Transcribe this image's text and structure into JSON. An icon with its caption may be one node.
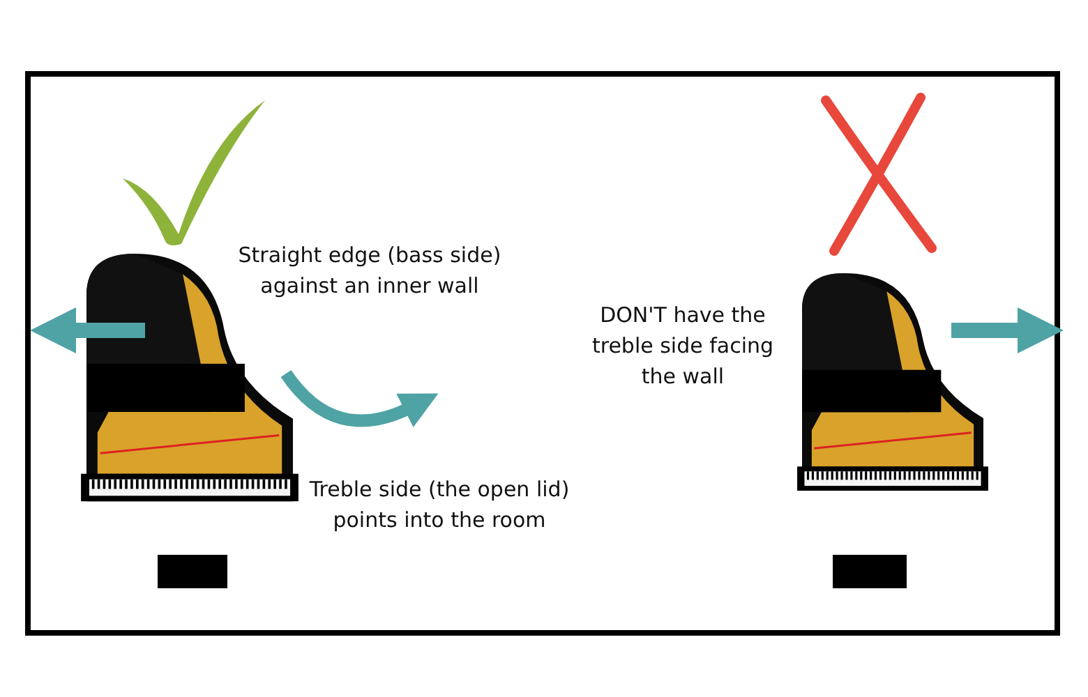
{
  "diagram": {
    "labels": [
      "Straight edge (bass side) against an inner wall",
      "DON'T have the treble side facing the wall",
      "Treble side (the open lid) points into the room"
    ]
  }
}
